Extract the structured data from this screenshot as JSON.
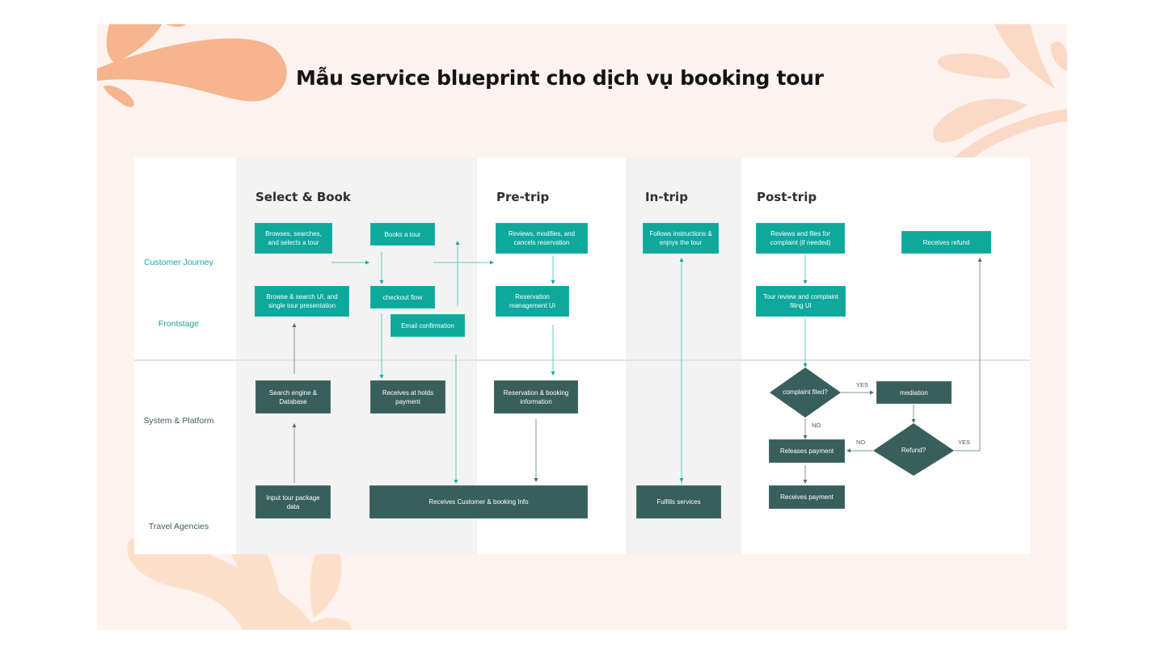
{
  "title": "Mẫu service blueprint cho dịch vụ booking tour",
  "colors": {
    "slide_bg": "#fef3ee",
    "decoration": "#f6b58e",
    "teal_box": "#0ea89c",
    "dark_box": "#385f5c",
    "teal_line": "#3cc0b8",
    "dark_line": "#5a7d7a",
    "lane_teal": "#1aa9a0",
    "lane_dark": "#3b5d5b"
  },
  "phases": [
    "Select & Book",
    "Pre-trip",
    "In-trip",
    "Post-trip"
  ],
  "lanes": [
    "Customer Journey",
    "Frontstage",
    "System & Platform",
    "Travel Agencies"
  ],
  "nodes": {
    "browses": "Browses, searches, and selects a tour",
    "books": "Books a tour",
    "reviews_modifies": "Reviews, modifies, and cancels reservation",
    "follows": "Follows instructions & enjoys the tour",
    "reviews_files": "Reviews and files for complaint (if needed)",
    "receives_refund": "Receives refund",
    "browse_ui": "Browse & search UI, and single tour presentation",
    "checkout": "checkout flow",
    "email": "Email confirmation",
    "reservation_ui": "Reservation management UI",
    "complaint_ui": "Tour review and complaint filing UI",
    "search_engine": "Search engine & Database",
    "receives_holds": "Receives at holds payment",
    "reservation_info": "Reservation & booking information",
    "complaint_filed": "complaint filed?",
    "mediation": "mediation",
    "refund": "Refund?",
    "releases_payment": "Releases payment",
    "input_tour": "Input tour package data",
    "receives_customer": "Receives Customer & booking Info",
    "fulfills": "Fulfills services",
    "receives_payment": "Receives payment"
  },
  "edge_labels": {
    "yes": "YES",
    "no": "NO"
  }
}
